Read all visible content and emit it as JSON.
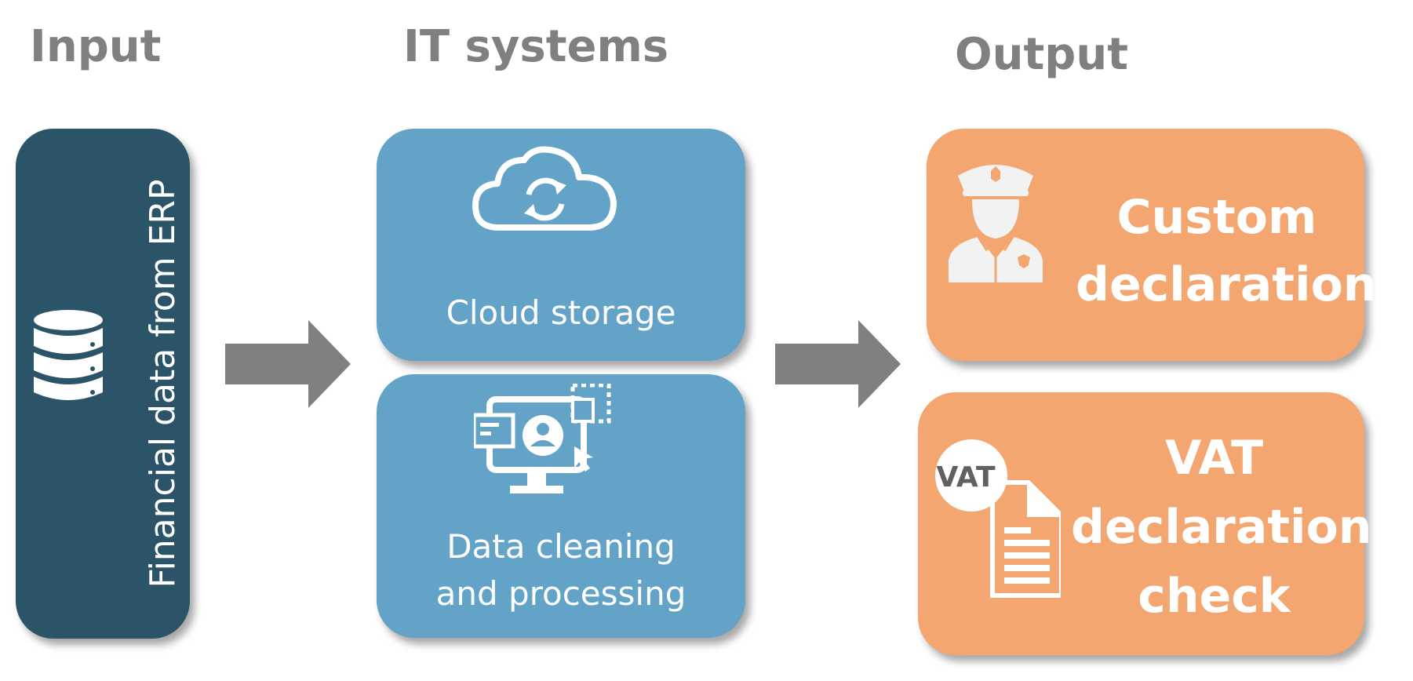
{
  "headings": {
    "input": "Input",
    "it_systems": "IT systems",
    "output": "Output"
  },
  "input_box": {
    "label": "Financial data from ERP",
    "icon": "database-icon"
  },
  "cloud_box": {
    "label": "Cloud storage",
    "icon": "cloud-sync-icon"
  },
  "cleaning_box": {
    "label_line1": "Data cleaning",
    "label_line2": "and processing",
    "icon": "monitor-user-icon"
  },
  "custom_box": {
    "label_line1": "Custom",
    "label_line2": "declaration",
    "icon": "customs-officer-icon"
  },
  "vat_box": {
    "badge": "VAT",
    "label_line1": "VAT",
    "label_line2": "declaration",
    "label_line3": "check",
    "icon": "vat-document-icon"
  },
  "colors": {
    "heading": "#808080",
    "input_box": "#2b5469",
    "it_box": "#63a3c7",
    "output_box": "#f3a66f",
    "arrow": "#808080",
    "icon": "#ffffff"
  }
}
